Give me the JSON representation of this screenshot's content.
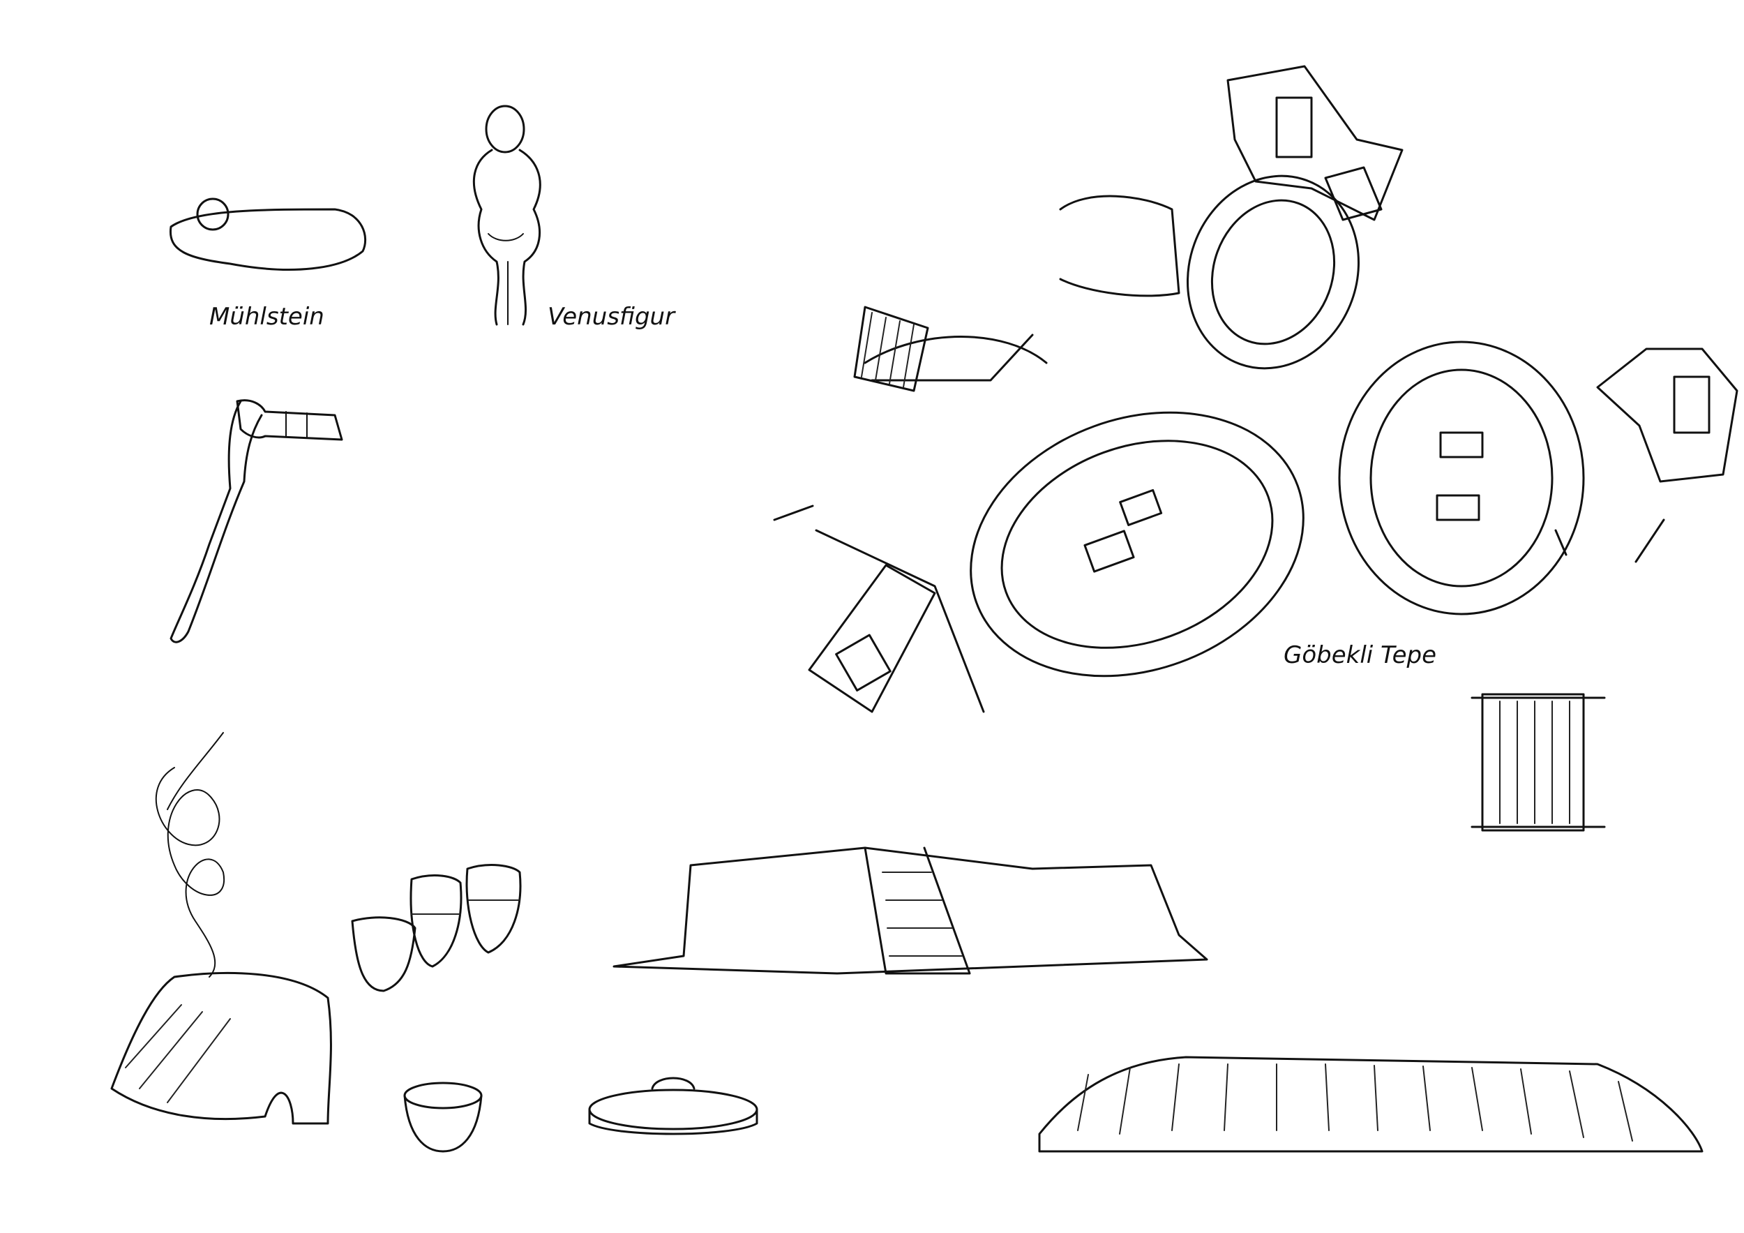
{
  "labels": {
    "millstone": "Mühlstein",
    "venus": "Venusfigur",
    "gobekli": "Göbekli Tepe"
  },
  "colors": {
    "ink": "#111111",
    "pottery_fill": "#e9a070",
    "paper": "#ffffff"
  }
}
